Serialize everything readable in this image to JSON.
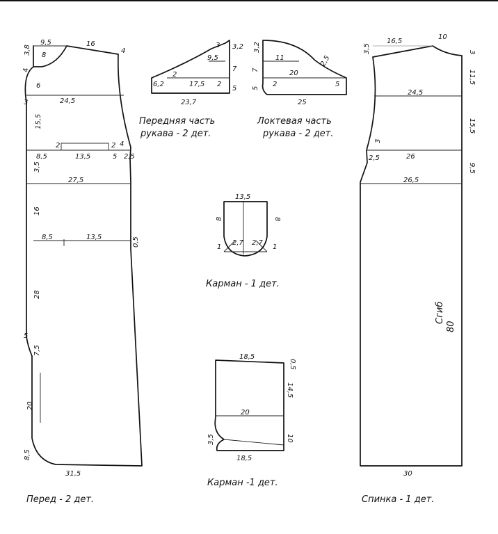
{
  "captions": {
    "front": "Перед - 2 дет.",
    "back": "Спинка - 1 дет.",
    "pocket1": "Карман - 1 дет.",
    "pocket2": "Карман -1 дет.",
    "sleeve_front_1": "Передняя часть",
    "sleeve_front_2": "рукава - 2 дет.",
    "sleeve_elbow_1": "Локтевая часть",
    "sleeve_elbow_2": "рукава - 2 дет.",
    "fold": "Сгиб",
    "fold_len": "80"
  },
  "front": {
    "neck_w": "9,5",
    "shoulder": "16",
    "neck_d": "3,8",
    "neck_in": "8",
    "shoulder_drop": "4",
    "arm_4": "4",
    "arm_6": "6",
    "arm_3": "3",
    "chest": "24,5",
    "d155": "15,5",
    "waist_l": "8,5",
    "dart": "13,5",
    "dart_2a": "2",
    "dart_2b": "2",
    "dart_5": "5",
    "side_4": "4",
    "side_25": "2,5",
    "d35": "3,5",
    "hip": "27,5",
    "d16": "16",
    "pk_l": "8,5",
    "pk_w": "13,5",
    "d05": "0,5",
    "d28": "28",
    "d5": "5",
    "d75": "7,5",
    "d20": "20",
    "d85": "8,5",
    "hem": "31,5"
  },
  "back": {
    "d35": "3,5",
    "neck": "16,5",
    "shoulder": "10",
    "d3": "3",
    "d115": "11,5",
    "chest": "24,5",
    "d155": "15,5",
    "d3b": "3",
    "d25": "2,5",
    "waist": "26",
    "d95": "9,5",
    "hip": "26,5",
    "hem": "30"
  },
  "sleeve_front": {
    "d3": "3",
    "d32": "3,2",
    "d95": "9,5",
    "d7": "7",
    "d2": "2",
    "d62": "6,2",
    "d175": "17,5",
    "d2b": "2",
    "d5": "5",
    "w": "23,7"
  },
  "sleeve_elbow": {
    "d32": "3,2",
    "d11": "11",
    "d25": "2,5",
    "d7": "7",
    "d20": "20",
    "d5a": "5",
    "d2": "2",
    "d5b": "5",
    "w": "25"
  },
  "pocket1": {
    "w": "13,5",
    "h_l": "8",
    "h_r": "8",
    "r_l": "2,7",
    "r_r": "2,7",
    "c_l": "1",
    "c_r": "1"
  },
  "pocket2": {
    "top": "18,5",
    "d05": "0,5",
    "d145": "14,5",
    "mid": "20",
    "d10": "10",
    "d35": "3,5",
    "bottom": "18,5"
  }
}
